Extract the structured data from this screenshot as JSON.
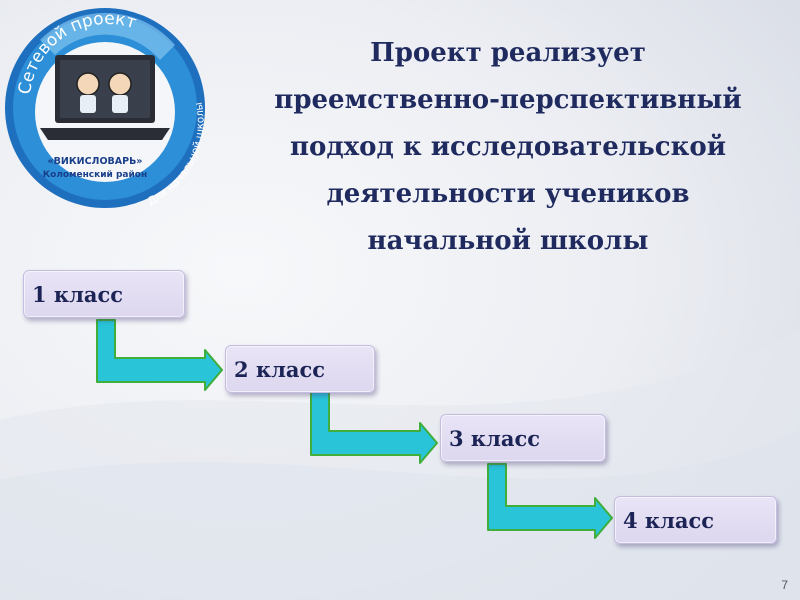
{
  "logo": {
    "arc_text": "Сетевой проект",
    "name": "«ВИКИСЛОВАРЬ»",
    "region": "Коломенский район",
    "ribbon": "Для начальной школы"
  },
  "title_lines": [
    "Проект реализует",
    "преемственно-перспективный",
    "подход к исследовательской",
    "деятельности учеников",
    "начальной школы"
  ],
  "steps": [
    {
      "label": "1 класс"
    },
    {
      "label": "2 класс"
    },
    {
      "label": "3 класс"
    },
    {
      "label": "4 класс"
    }
  ],
  "page_number": "7",
  "colors": {
    "title": "#1f2a5e",
    "step_fill": "#e2dcf2",
    "arrow_fill": "#29c4d8",
    "arrow_outline": "#3fae3a"
  }
}
